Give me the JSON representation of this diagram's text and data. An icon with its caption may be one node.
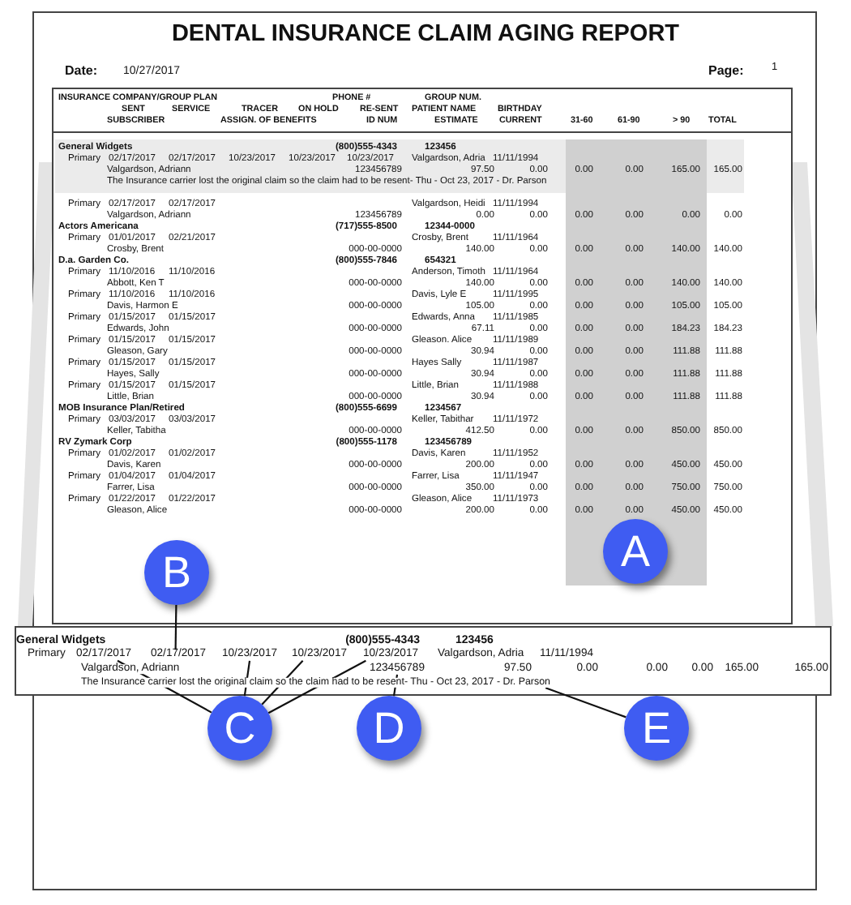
{
  "diagram": {
    "title": "DENTAL INSURANCE CLAIM AGING REPORT",
    "nodes": [
      {
        "text": [
          "A"
        ]
      },
      {
        "text": [
          "B"
        ]
      },
      {
        "text": [
          "C"
        ]
      },
      {
        "text": [
          "D"
        ]
      },
      {
        "text": [
          "E"
        ]
      },
      {
        "text": [
          "02/17/2017"
        ]
      },
      {
        "text": [
          "02/17/2017"
        ]
      },
      {
        "text": [
          "10/23/2017"
        ]
      },
      {
        "text": [
          "10/23/2017"
        ]
      },
      {
        "text": [
          "10/23/2017"
        ]
      },
      {
        "text": [
          "123456789"
        ]
      },
      {
        "text": [
          "The Insurance carrier lost the original claim so the claim had to be resent- Thu - Oct 23, 2017 - Dr. Parson"
        ]
      }
    ],
    "edges": [
      {
        "from": 1,
        "to": 6,
        "arrow": "none"
      },
      {
        "from": 2,
        "to": 5,
        "arrow": "none"
      },
      {
        "from": 2,
        "to": 7,
        "arrow": "none"
      },
      {
        "from": 2,
        "to": 8,
        "arrow": "none"
      },
      {
        "from": 2,
        "to": 9,
        "arrow": "none"
      },
      {
        "from": 3,
        "to": 10,
        "arrow": "none"
      },
      {
        "from": 4,
        "to": 11,
        "arrow": "none"
      }
    ],
    "labels": [
      "Date:",
      "10/27/2017",
      "Page:",
      "1",
      "INSURANCE COMPANY/GROUP PLAN",
      "PHONE #",
      "GROUP NUM.",
      "SENT",
      "SERVICE",
      "TRACER",
      "ON HOLD",
      "RE-SENT",
      "PATIENT NAME",
      "BIRTHDAY",
      "SUBSCRIBER",
      "ASSIGN. OF BENEFITS",
      "ID NUM",
      "ESTIMATE",
      "CURRENT",
      "31-60",
      "61-90",
      "> 90",
      "TOTAL",
      "General Widgets",
      "(800)555-4343",
      "123456",
      "Primary",
      "02/17/2017",
      "02/17/2017",
      "10/23/2017",
      "10/23/2017",
      "10/23/2017",
      "Valgardson, Adria",
      "11/11/1994",
      "Valgardson, Adriann",
      "123456789",
      "97.50",
      "0.00",
      "0.00",
      "0.00",
      "165.00",
      "165.00",
      "The Insurance carrier lost the original claim so the claim had to be resent- Thu - Oct 23, 2017 - Dr. Parson",
      "Primary",
      "02/17/2017",
      "02/17/2017",
      "Valgardson, Heidi",
      "11/11/1994",
      "Valgardson, Adriann",
      "123456789",
      "0.00",
      "0.00",
      "0.00",
      "0.00",
      "0.00",
      "0.00",
      "Actors Americana",
      "(717)555-8500",
      "12344-0000",
      "Primary",
      "01/01/2017",
      "02/21/2017",
      "Crosby, Brent",
      "11/11/1964",
      "Crosby, Brent",
      "000-00-0000",
      "140.00",
      "0.00",
      "0.00",
      "0.00",
      "140.00",
      "140.00",
      "D.a. Garden Co.",
      "(800)555-7846",
      "654321",
      "Primary",
      "11/10/2016",
      "11/10/2016",
      "Anderson, Timoth",
      "11/11/1964",
      "Abbott, Ken T",
      "000-00-0000",
      "140.00",
      "0.00",
      "0.00",
      "0.00",
      "140.00",
      "140.00",
      "Primary",
      "11/10/2016",
      "11/10/2016",
      "Davis, Lyle E",
      "11/11/1995",
      "Davis, Harmon E",
      "000-00-0000",
      "105.00",
      "0.00",
      "0.00",
      "0.00",
      "105.00",
      "105.00",
      "Primary",
      "01/15/2017",
      "01/15/2017",
      "Edwards, Anna",
      "11/11/1985",
      "Edwards, John",
      "000-00-0000",
      "67.11",
      "0.00",
      "0.00",
      "0.00",
      "184.23",
      "184.23",
      "Primary",
      "01/15/2017",
      "01/15/2017",
      "Gleason. Alice",
      "11/11/1989",
      "Gleason, Gary",
      "000-00-0000",
      "30.94",
      "0.00",
      "0.00",
      "0.00",
      "111.88",
      "111.88",
      "Primary",
      "01/15/2017",
      "01/15/2017",
      "Hayes Sally",
      "11/11/1987",
      "Hayes, Sally",
      "000-00-0000",
      "30.94",
      "0.00",
      "0.00",
      "0.00",
      "111.88",
      "111.88",
      "Primary",
      "01/15/2017",
      "01/15/2017",
      "Little, Brian",
      "11/11/1988",
      "Little, Brian",
      "000-00-0000",
      "30.94",
      "0.00",
      "0.00",
      "0.00",
      "111.88",
      "111.88",
      "MOB Insurance Plan/Retired",
      "(800)555-6699",
      "1234567",
      "Primary",
      "03/03/2017",
      "03/03/2017",
      "Keller, Tabithar",
      "11/11/1972",
      "Keller, Tabitha",
      "000-00-0000",
      "412.50",
      "0.00",
      "0.00",
      "0.00",
      "850.00",
      "850.00",
      "RV Zymark Corp",
      "(800)555-1178",
      "123456789",
      "Primary",
      "01/02/2017",
      "01/02/2017",
      "Davis, Karen",
      "11/11/1952",
      "Davis, Karen",
      "000-00-0000",
      "200.00",
      "0.00",
      "0.00",
      "0.00",
      "450.00",
      "450.00",
      "Primary",
      "01/04/2017",
      "01/04/2017",
      "Farrer, Lisa",
      "11/11/1947",
      "Farrer, Lisa",
      "000-00-0000",
      "350.00",
      "0.00",
      "0.00",
      "0.00",
      "750.00",
      "750.00",
      "Primary",
      "01/22/2017",
      "01/22/2017",
      "Gleason, Alice",
      "11/11/1973",
      "Gleason, Alice",
      "000-00-0000",
      "200.00",
      "0.00",
      "0.00",
      "0.00",
      "450.00",
      "450.00",
      "General Widgets",
      "(800)555-4343",
      "123456",
      "Primary",
      "Valgardson, Adria",
      "11/11/1994",
      "Valgardson, Adriann",
      "97.50",
      "0.00",
      "0.00",
      "0.00",
      "165.00",
      "165.00"
    ]
  }
}
